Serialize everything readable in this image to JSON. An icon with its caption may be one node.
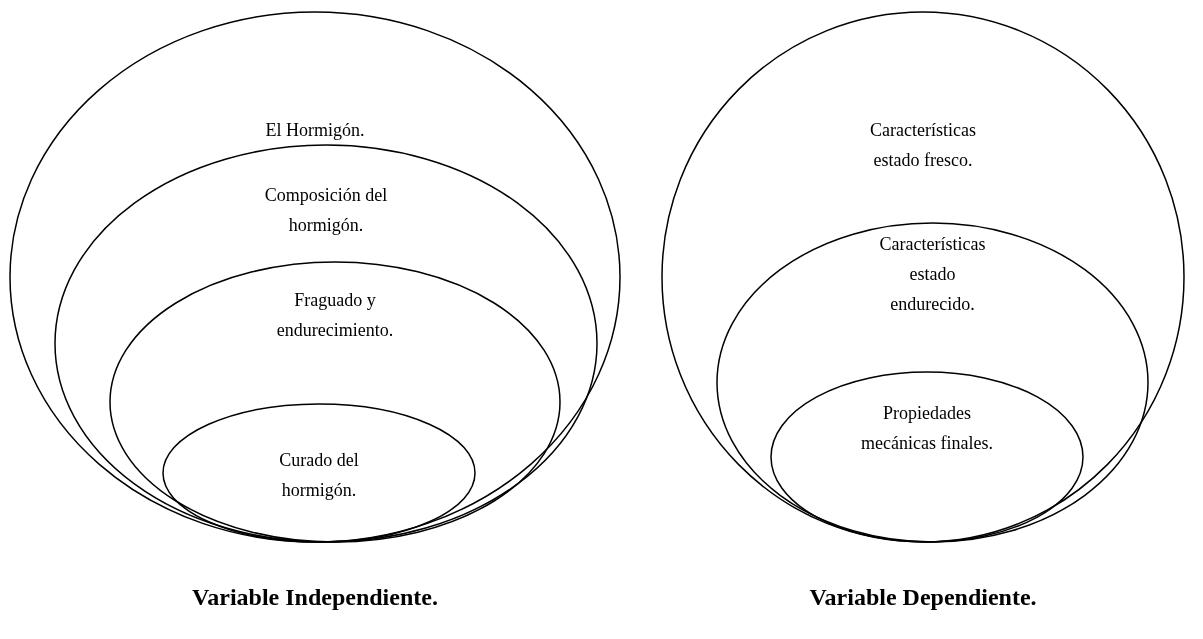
{
  "diagram": {
    "nodes": [
      {
        "text": [
          "El Hormigón."
        ]
      },
      {
        "text": [
          "Composición del hormigón."
        ],
        "in": 0
      },
      {
        "text": [
          "Fraguado y endurecimiento."
        ],
        "in": 1
      },
      {
        "text": [
          "Curado del hormigón."
        ],
        "in": 2
      },
      {
        "text": [
          "Características estado fresco."
        ]
      },
      {
        "text": [
          "Características estado endurecido."
        ],
        "in": 4
      },
      {
        "text": [
          "Propiedades mecánicas finales."
        ],
        "in": 5
      }
    ],
    "labels": [
      "Variable Independiente.",
      "Variable Dependiente."
    ]
  }
}
